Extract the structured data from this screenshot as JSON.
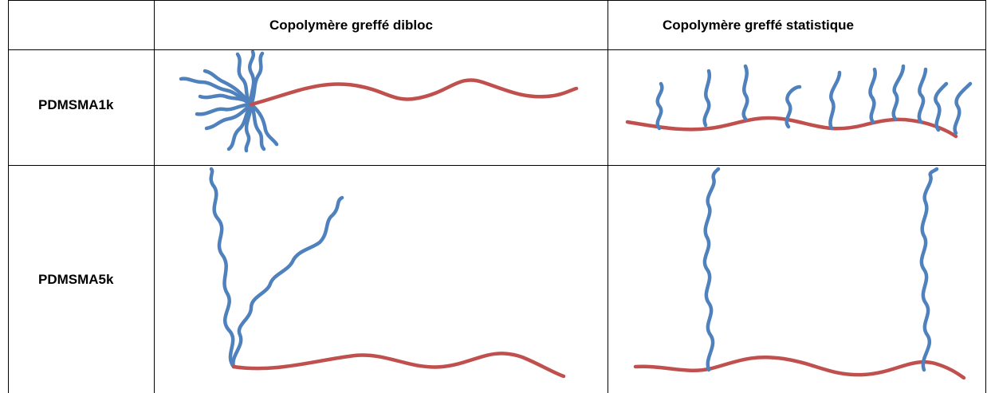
{
  "table": {
    "headers": [
      "",
      "Copolymère greffé dibloc",
      "Copolymère greffé statistique"
    ],
    "rows": [
      {
        "label": "PDMSMA1k"
      },
      {
        "label": "PDMSMA5k"
      }
    ]
  },
  "colors": {
    "backbone": "#C0504D",
    "graft": "#4F81BD",
    "border": "#000000"
  }
}
